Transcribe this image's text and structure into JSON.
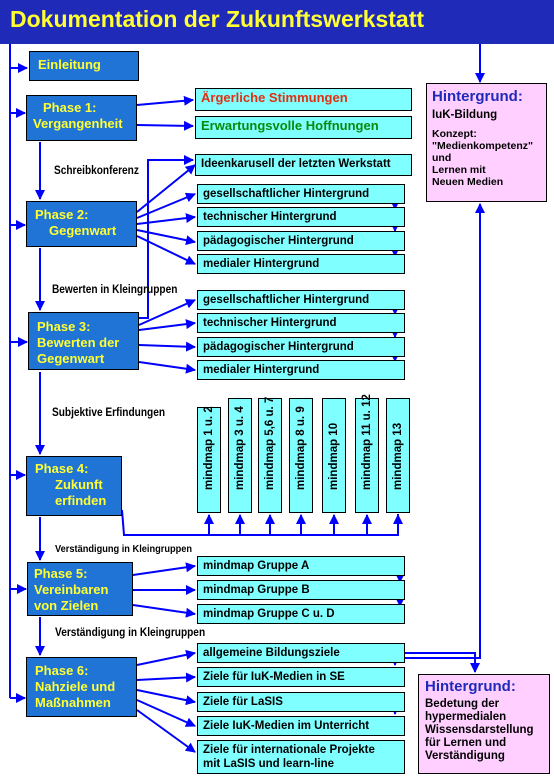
{
  "title": "Dokumentation der Zukunftswerkstatt",
  "colors": {
    "phase_box": "#1f74d6",
    "task_box": "#7fffff",
    "background_box": "#ffd0ff",
    "arrow": "#0000ff",
    "title_bar": "#1f2ab8"
  },
  "intro": "Einleitung",
  "phases": [
    {
      "lines": [
        "Phase 1:",
        "Vergangenheit"
      ]
    },
    {
      "lines": [
        "Phase 2:",
        "Gegenwart"
      ]
    },
    {
      "lines": [
        "Phase 3:",
        "Bewerten der",
        "Gegenwart"
      ]
    },
    {
      "lines": [
        "Phase 4:",
        "Zukunft",
        "erfinden"
      ]
    },
    {
      "lines": [
        "Phase 5:",
        "Vereinbaren",
        "von Zielen"
      ]
    },
    {
      "lines": [
        "Phase 6:",
        "Nahziele und",
        "Maßnahmen"
      ]
    }
  ],
  "phase1_items": [
    {
      "text": "Ärgerliche Stimmungen",
      "color": "#e03010"
    },
    {
      "text": "Erwartungsvolle Hoffnungen",
      "color": "#0a8a0a"
    }
  ],
  "phase2_items": [
    "Ideenkarusell der letzten Werkstatt",
    "gesellschaftlicher Hintergrund",
    "technischer Hintergrund",
    "pädagogischer Hintergrund",
    "medialer Hintergrund"
  ],
  "phase3_items": [
    "gesellschaftlicher Hintergrund",
    "technischer Hintergrund",
    "pädagogischer Hintergrund",
    "medialer Hintergrund"
  ],
  "mindmaps": [
    "mindmap 1 u. 2",
    "mindmap 3 u. 4",
    "mindmap 5,6 u. 7",
    "mindmap 8 u. 9",
    "mindmap 10",
    "mindmap 11 u. 12",
    "mindmap 13"
  ],
  "phase5_items": [
    "mindmap Gruppe A",
    "mindmap Gruppe B",
    "mindmap Gruppe C u. D"
  ],
  "phase6_items": [
    "allgemeine Bildungsziele",
    "Ziele für IuK-Medien in SE",
    "Ziele für LaSIS",
    "Ziele IuK-Medien im Unterricht",
    "Ziele für internationale Projekte\nmit LaSIS und learn-line"
  ],
  "connectors": [
    "Schreibkonferenz",
    "Bewerten in Kleingruppen",
    "Subjektive Erfindungen",
    "Verständigung in Kleingruppen",
    "Verständigung in Kleingruppen"
  ],
  "background1": {
    "heading": "Hintergrund:",
    "lines": [
      "IuK-Bildung",
      "Konzept:",
      "\"Medienkompetenz\"",
      "und",
      "Lernen mit",
      "Neuen Medien"
    ]
  },
  "background2": {
    "heading": "Hintergrund:",
    "lines": [
      "Bedetung der",
      "hypermedialen",
      "Wissensdarstellung",
      "für Lernen und",
      "Verständigung"
    ]
  }
}
